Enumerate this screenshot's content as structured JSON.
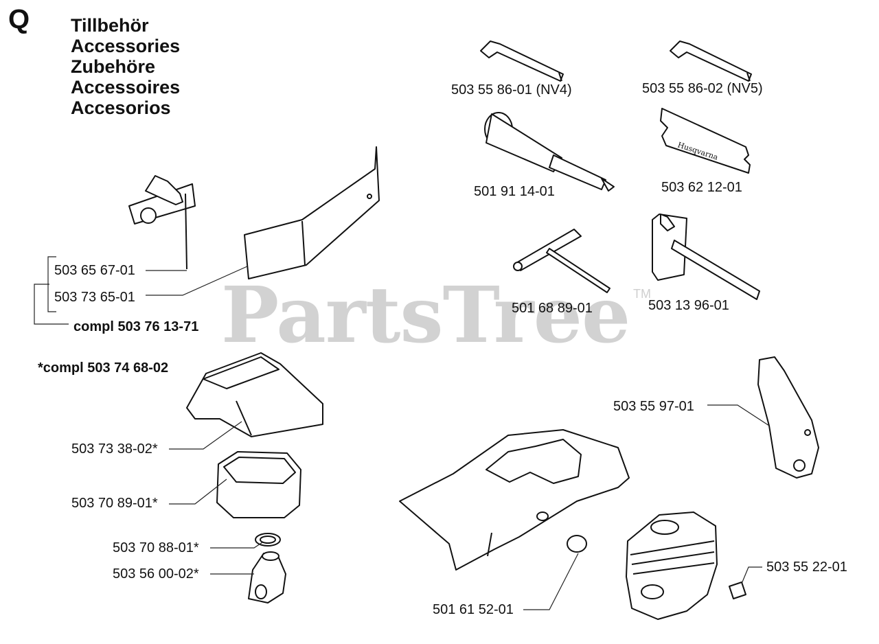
{
  "section": "Q",
  "titles": [
    "Tillbehör",
    "Accessories",
    "Zubehöre",
    "Accessoires",
    "Accesorios"
  ],
  "watermark": {
    "text": "PartsTree",
    "tm": "TM"
  },
  "parts": {
    "hex_key_nv4": "503 55 86-01 (NV4)",
    "hex_key_nv5": "503 55 86-02 (NV5)",
    "tool_501911401": "501 91 14-01",
    "chain_guard_bag": "503 62 12-01",
    "small_bracket": "503 65 67-01",
    "deflector_plate": "503 73 65-01",
    "compl_set": "compl 503 76 13-71",
    "compl_filter_set": "*compl 503 74 68-02",
    "t_wrench": "501 68 89-01",
    "combi_wrench": "503 13 96-01",
    "bracket_right": "503 55 97-01",
    "cylinder_cover_small": "503 73 38-02*",
    "air_filter": "503 70 89-01*",
    "hose_clamp": "503 70 88-01*",
    "intake_manifold": "503 56 00-02*",
    "plug_cap": "501 61 52-01",
    "decomp_valve": "503 55 22-01"
  }
}
